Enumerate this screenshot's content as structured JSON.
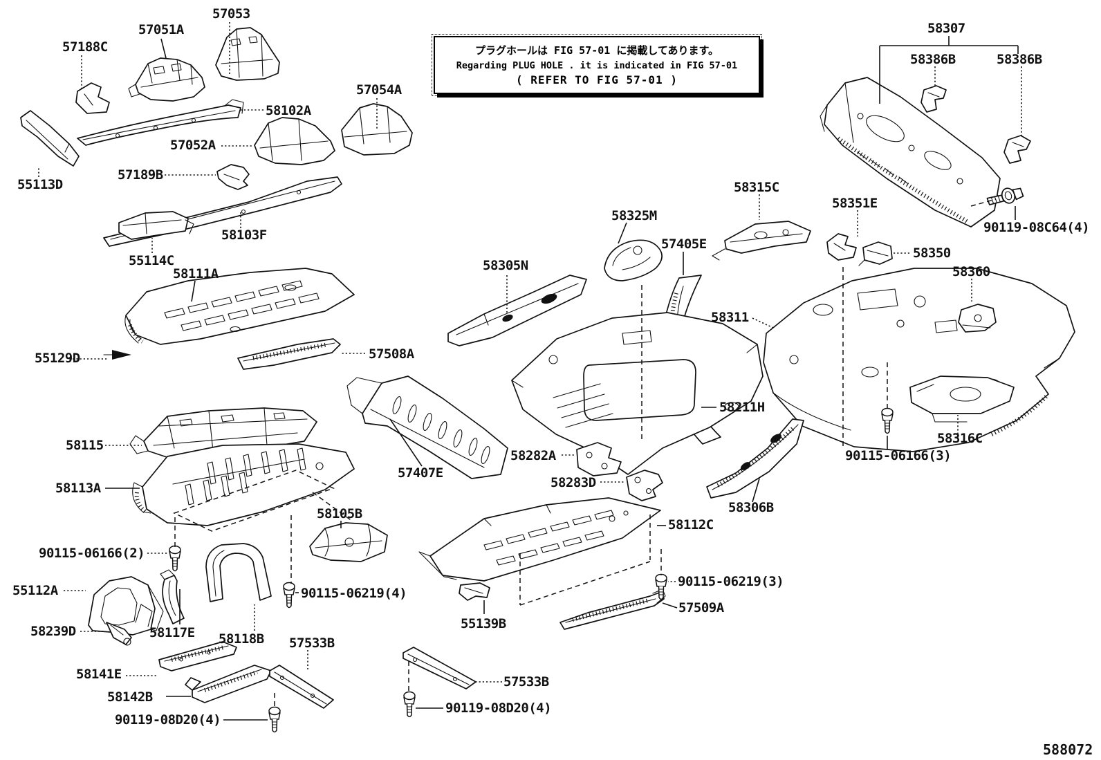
{
  "note_box": {
    "line1": "プラグホールは FIG 57-01 に掲載してあります。",
    "line2": "Regarding  PLUG  HOLE . it is indicated in FIG  57-01",
    "line3": "( REFER TO FIG 57-01 )"
  },
  "figure_code": "588072",
  "colors": {
    "ink": "#111111",
    "paper": "#ffffff"
  },
  "labels": [
    {
      "id": "57053",
      "text": "57053"
    },
    {
      "id": "57051A",
      "text": "57051A"
    },
    {
      "id": "57188C",
      "text": "57188C"
    },
    {
      "id": "57054A",
      "text": "57054A"
    },
    {
      "id": "58102A",
      "text": "58102A"
    },
    {
      "id": "57052A",
      "text": "57052A"
    },
    {
      "id": "57189B",
      "text": "57189B"
    },
    {
      "id": "55113D",
      "text": "55113D"
    },
    {
      "id": "58103F",
      "text": "58103F"
    },
    {
      "id": "55114C",
      "text": "55114C"
    },
    {
      "id": "58111A",
      "text": "58111A"
    },
    {
      "id": "55129D",
      "text": "55129D"
    },
    {
      "id": "57508A",
      "text": "57508A"
    },
    {
      "id": "58115",
      "text": "58115"
    },
    {
      "id": "58113A",
      "text": "58113A"
    },
    {
      "id": "90115-06166-2",
      "text": "90115-06166(2)"
    },
    {
      "id": "55112A",
      "text": "55112A"
    },
    {
      "id": "58239D",
      "text": "58239D"
    },
    {
      "id": "58117E",
      "text": "58117E"
    },
    {
      "id": "58118B",
      "text": "58118B"
    },
    {
      "id": "57533B-left",
      "text": "57533B"
    },
    {
      "id": "58141E",
      "text": "58141E"
    },
    {
      "id": "58142B",
      "text": "58142B"
    },
    {
      "id": "90119-08D20-4-left",
      "text": "90119-08D20(4)"
    },
    {
      "id": "58105B",
      "text": "58105B"
    },
    {
      "id": "90115-06219-4",
      "text": "90115-06219(4)"
    },
    {
      "id": "57407E",
      "text": "57407E"
    },
    {
      "id": "58282A",
      "text": "58282A"
    },
    {
      "id": "58283D",
      "text": "58283D"
    },
    {
      "id": "58305N",
      "text": "58305N"
    },
    {
      "id": "58325M",
      "text": "58325M"
    },
    {
      "id": "57405E",
      "text": "57405E"
    },
    {
      "id": "58315C",
      "text": "58315C"
    },
    {
      "id": "58351E",
      "text": "58351E"
    },
    {
      "id": "58350",
      "text": "58350"
    },
    {
      "id": "58360",
      "text": "58360"
    },
    {
      "id": "58311",
      "text": "58311"
    },
    {
      "id": "58211H",
      "text": "58211H"
    },
    {
      "id": "58316C",
      "text": "58316C"
    },
    {
      "id": "90115-06166-3",
      "text": "90115-06166(3)"
    },
    {
      "id": "58307",
      "text": "58307"
    },
    {
      "id": "58386B-left",
      "text": "58386B"
    },
    {
      "id": "58386B-right",
      "text": "58386B"
    },
    {
      "id": "90119-08C64-4",
      "text": "90119-08C64(4)"
    },
    {
      "id": "58306B",
      "text": "58306B"
    },
    {
      "id": "58112C",
      "text": "58112C"
    },
    {
      "id": "90115-06219-3",
      "text": "90115-06219(3)"
    },
    {
      "id": "57509A",
      "text": "57509A"
    },
    {
      "id": "55139B",
      "text": "55139B"
    },
    {
      "id": "57533B-bottom",
      "text": "57533B"
    },
    {
      "id": "90119-08D20-4-bottom",
      "text": "90119-08D20(4)"
    }
  ]
}
